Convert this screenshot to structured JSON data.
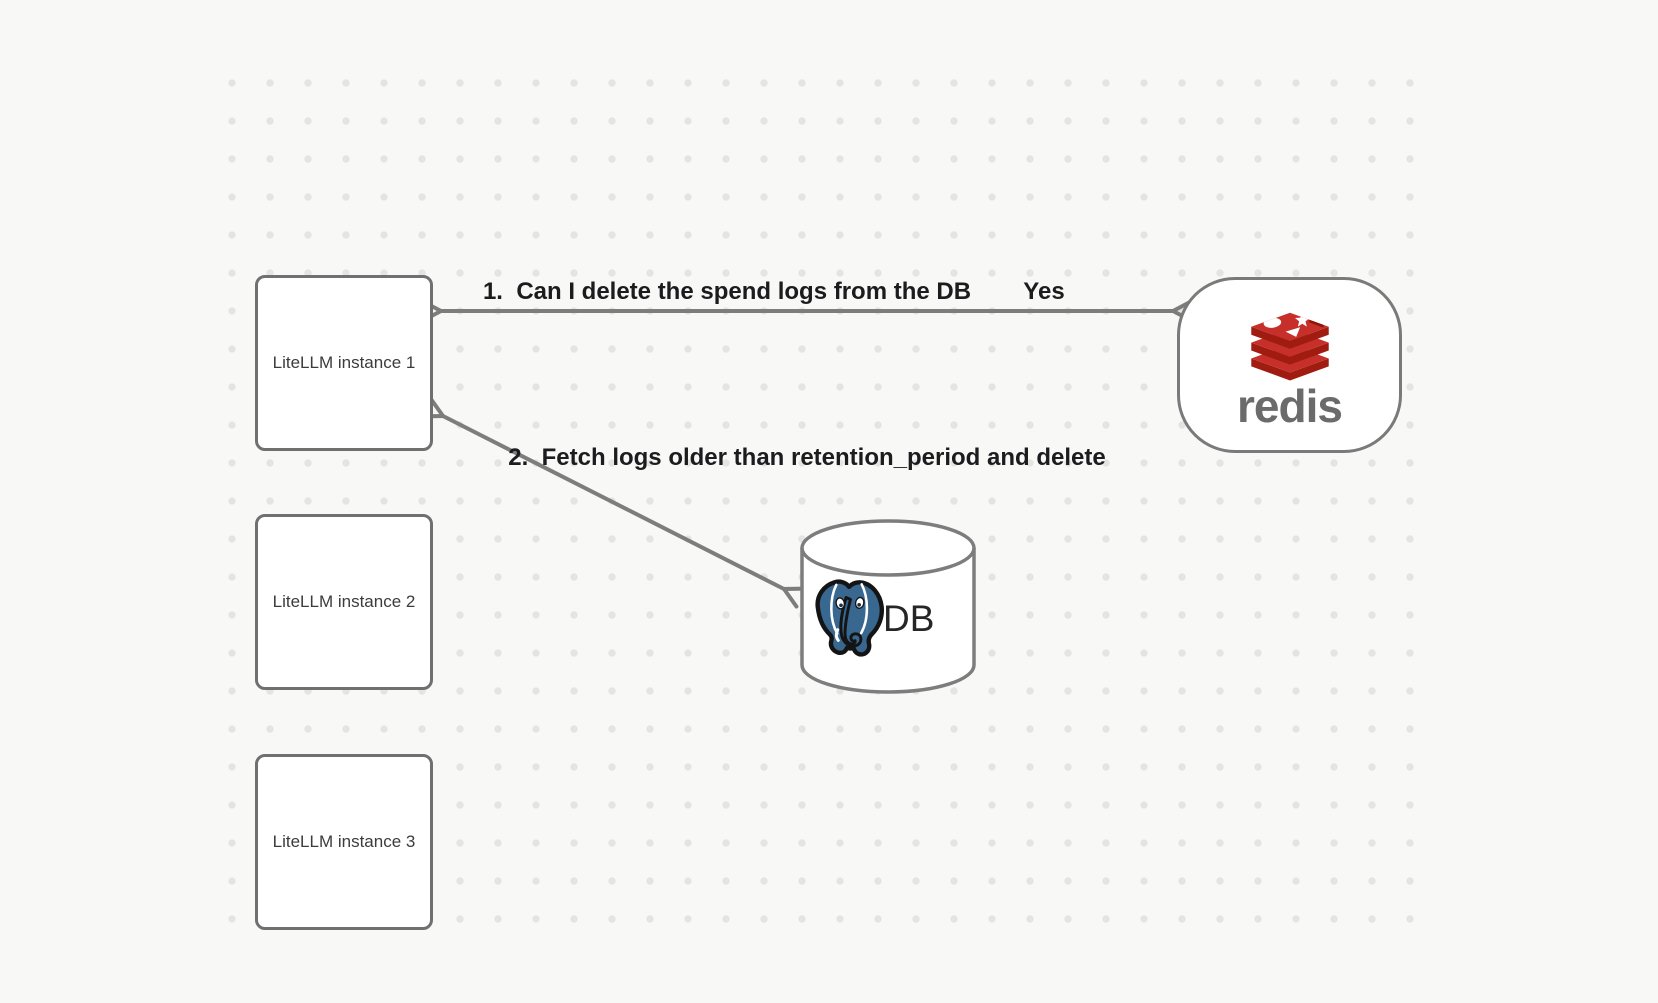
{
  "nodes": {
    "litellm_instances": [
      {
        "label": "LiteLLM instance 1"
      },
      {
        "label": "LiteLLM instance 2"
      },
      {
        "label": "LiteLLM instance 3"
      }
    ],
    "redis": {
      "label": "redis"
    },
    "db": {
      "label": "DB"
    }
  },
  "edges": [
    {
      "between": "litellm-instance-1 and redis",
      "label": "1.  Can I delete the spend logs from the DB",
      "response": "Yes",
      "direction": "bidirectional"
    },
    {
      "between": "litellm-instance-1 and db",
      "label": "2.  Fetch logs older than retention_period and delete",
      "direction": "bidirectional"
    }
  ],
  "colors": {
    "background": "#f8f8f7",
    "dot_grid": "#e6e4e2",
    "shape_border": "#707070",
    "arrow": "#7d7d7d",
    "label_text": "#1c1c1e",
    "redis_red": "#c7302a",
    "redis_dark_red": "#a01b10",
    "postgres_blue": "#38678f"
  }
}
